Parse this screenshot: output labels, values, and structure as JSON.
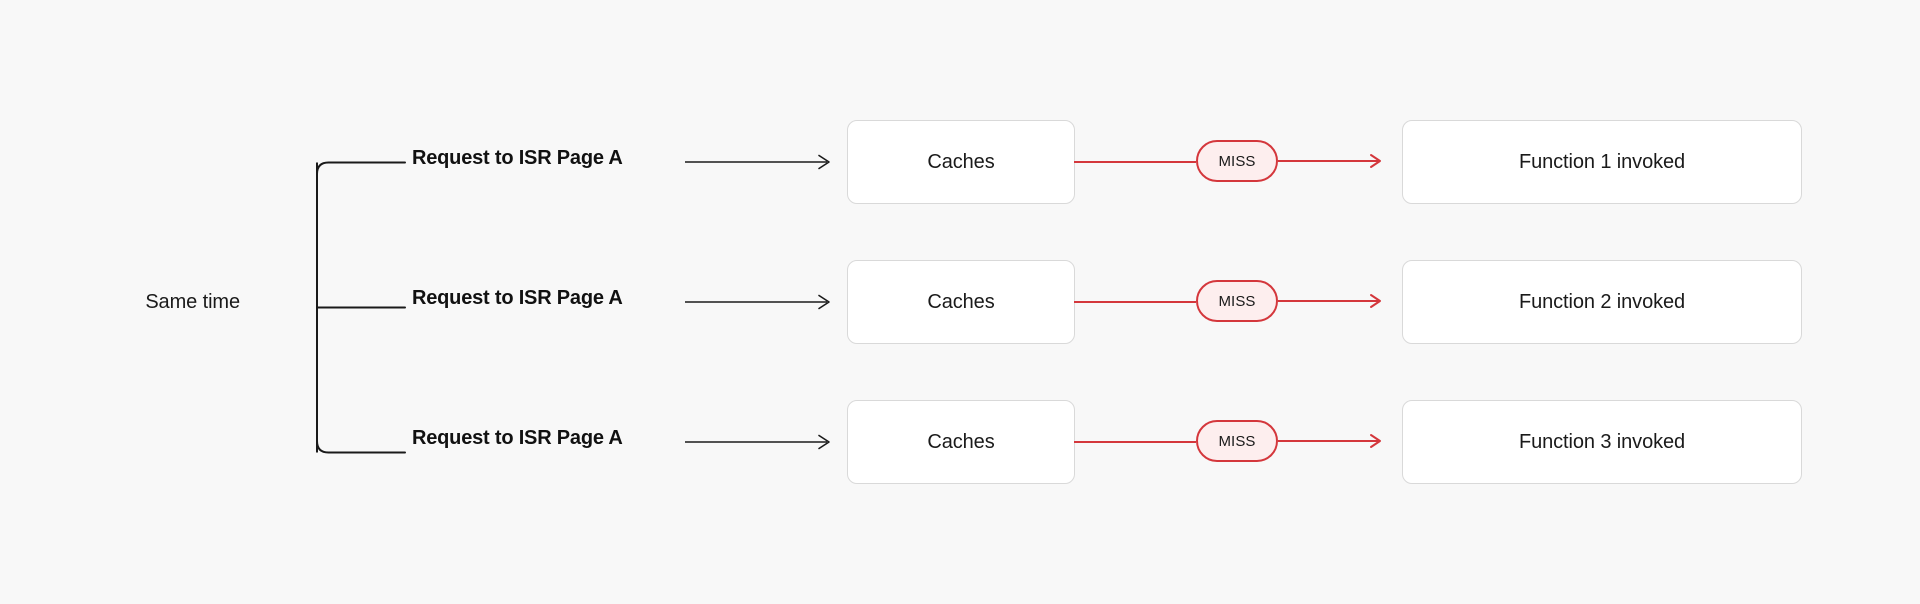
{
  "diagram": {
    "background_color": "#f8f8f8",
    "group_label": "Same time",
    "accent_color": "#d4373c",
    "line_color": "#1a1a1a",
    "box_border_color": "#d9d9d9",
    "box_fill_color": "#ffffff",
    "badge_fill_color": "#fdeeee",
    "rows": [
      {
        "request_label": "Request to ISR Page A",
        "cache_label": "Caches",
        "badge_label": "MISS",
        "result_label": "Function 1 invoked"
      },
      {
        "request_label": "Request to ISR Page A",
        "cache_label": "Caches",
        "badge_label": "MISS",
        "result_label": "Function 2 invoked"
      },
      {
        "request_label": "Request to ISR Page A",
        "cache_label": "Caches",
        "badge_label": "MISS",
        "result_label": "Function 3 invoked"
      }
    ]
  }
}
